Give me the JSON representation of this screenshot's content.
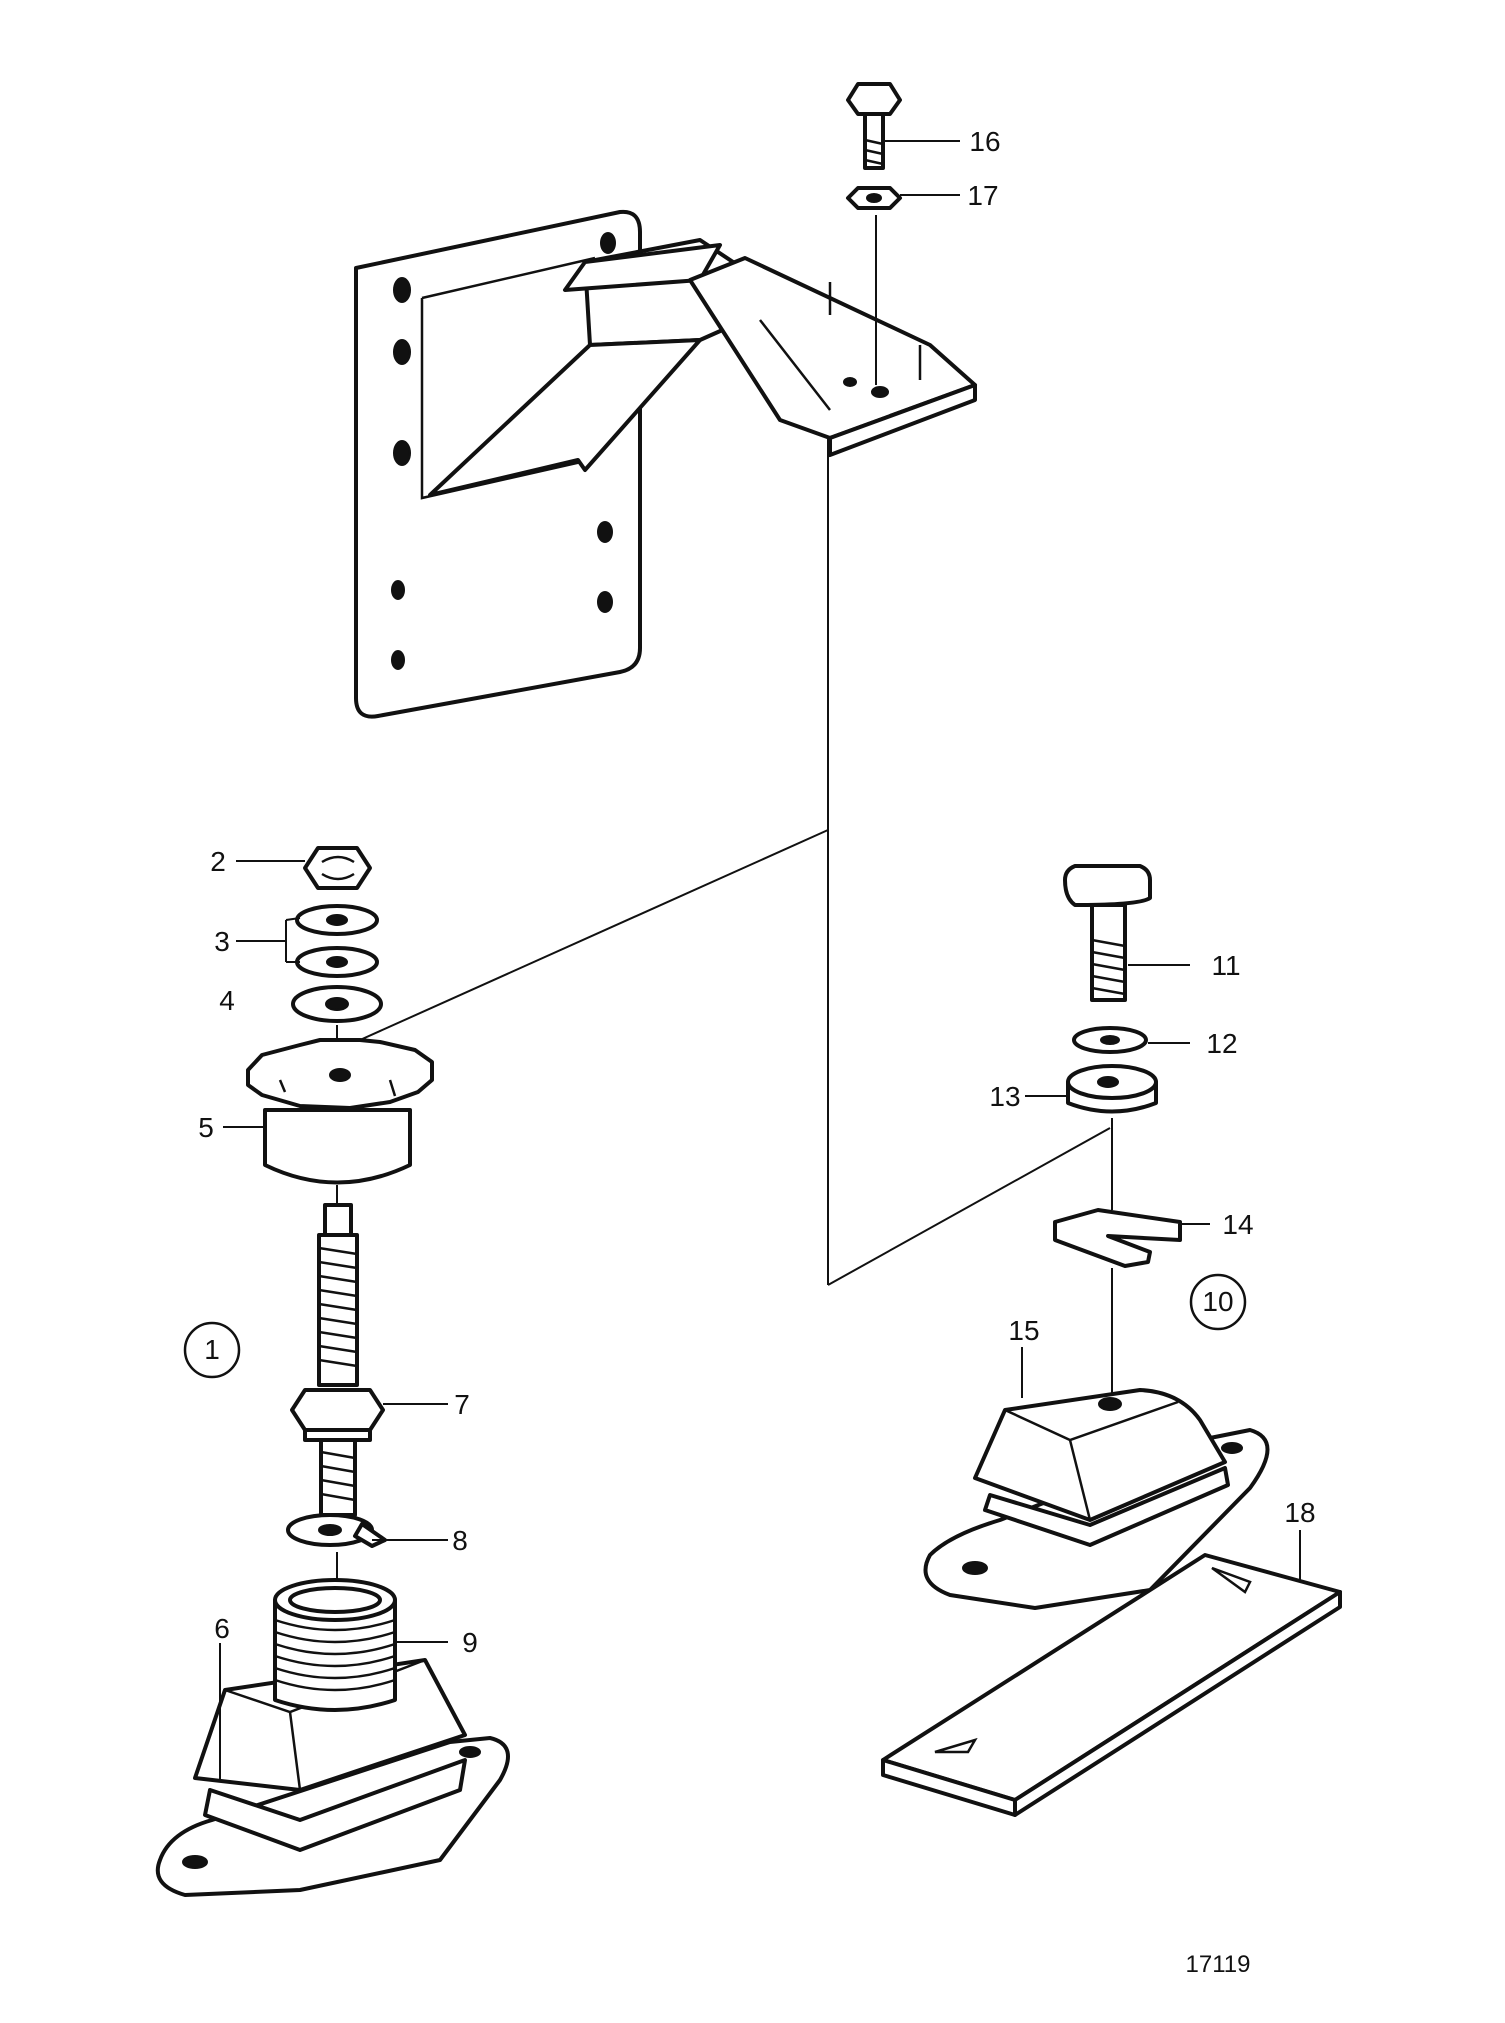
{
  "callouts": {
    "c1": "1",
    "c2": "2",
    "c3": "3",
    "c4": "4",
    "c5": "5",
    "c6": "6",
    "c7": "7",
    "c8": "8",
    "c9": "9",
    "c10": "10",
    "c11": "11",
    "c12": "12",
    "c13": "13",
    "c14": "14",
    "c15": "15",
    "c16": "16",
    "c17": "17",
    "c18": "18"
  },
  "drawing_number": "17119"
}
